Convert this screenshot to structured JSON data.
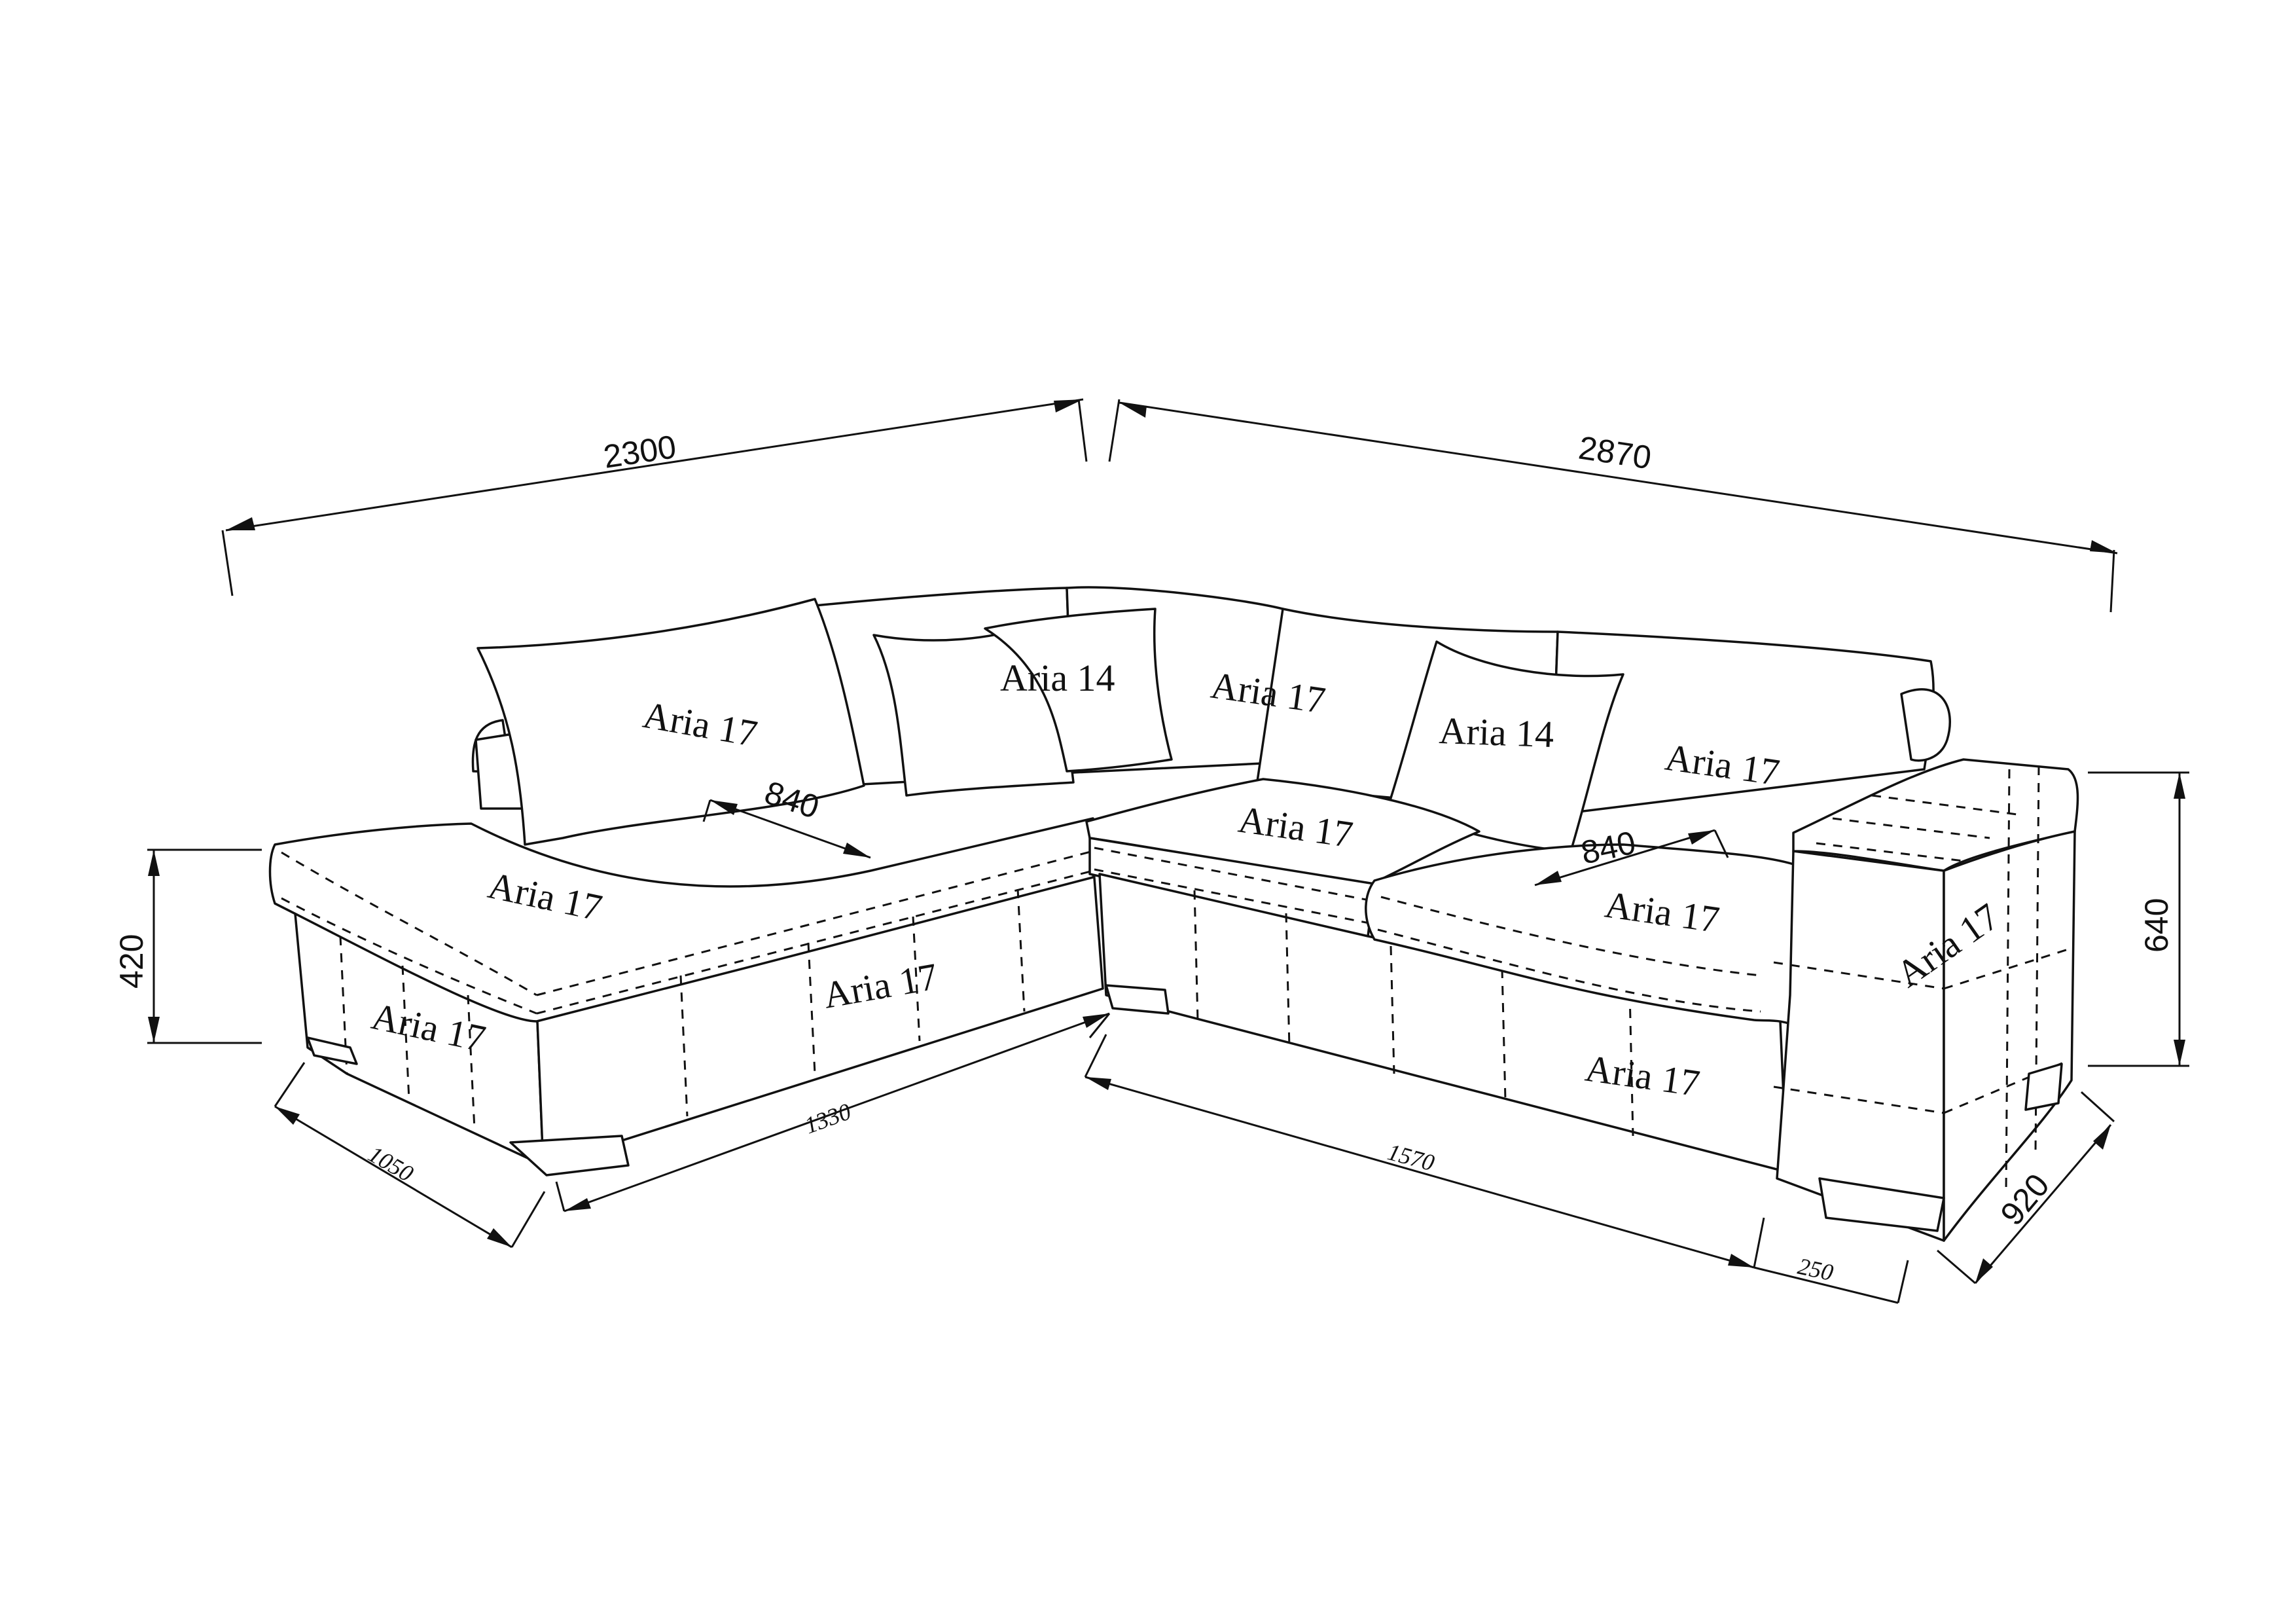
{
  "dimensions": {
    "top_left_width": "2300",
    "top_right_width": "2870",
    "left_seat_height": "420",
    "right_back_height": "640",
    "chaise_depth": "1050",
    "left_front_length": "1330",
    "right_front_length": "1570",
    "armrest_width": "250",
    "right_depth": "920",
    "left_seat_depth": "840",
    "right_seat_depth": "840"
  },
  "fabric_labels": {
    "left_back_pillow": "Aria 17",
    "left_small_pillow": "Aria 14",
    "corner_back_cushion": "Aria 17",
    "right_small_pillow": "Aria 14",
    "right_back_cushion": "Aria 17",
    "chaise_seat": "Aria 17",
    "corner_seat": "Aria 17",
    "right_seat": "Aria 17",
    "armrest": "Aria 17",
    "chaise_base": "Aria 17",
    "left_front_base": "Aria 17",
    "right_front_base": "Aria 17"
  }
}
